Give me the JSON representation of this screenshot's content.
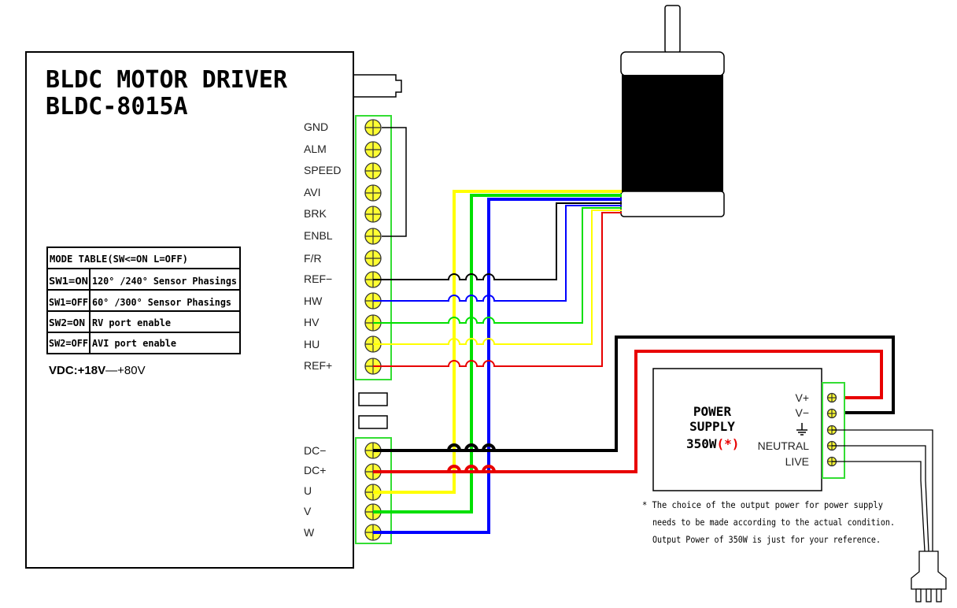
{
  "driver": {
    "title_line1": "BLDC MOTOR DRIVER",
    "title_line2": "BLDC-8015A",
    "mode_table": {
      "header": "MODE TABLE(SW<=ON L=OFF)",
      "rows": [
        {
          "sw": "SW1=ON",
          "desc": "120° /240° Sensor Phasings"
        },
        {
          "sw": "SW1=OFF",
          "desc": "60° /300° Sensor Phasings"
        },
        {
          "sw": "SW2=ON",
          "desc": "RV port enable"
        },
        {
          "sw": "SW2=OFF",
          "desc": "AVI port enable"
        }
      ]
    },
    "vdc_prefix": "VDC:+18V",
    "vdc_dash": "—",
    "vdc_suffix": "+80V",
    "signal_terminals": [
      "GND",
      "ALM",
      "SPEED",
      "AVI",
      "BRK",
      "ENBL",
      "F/R",
      "REF−",
      "HW",
      "HV",
      "HU",
      "REF+"
    ],
    "power_terminals": [
      "DC−",
      "DC+",
      "U",
      "V",
      "W"
    ]
  },
  "power_supply": {
    "title_line1": "POWER",
    "title_line2": "SUPPLY",
    "title_line3": "350W",
    "asterisk": "(*)",
    "terminals": [
      "V+",
      "V−",
      "ground-symbol",
      "NEUTRAL",
      "LIVE"
    ],
    "note_line1": "* The choice of  the output power for power supply",
    "note_line2": "needs to be made according to the actual condition.",
    "note_line3": "Output Power of 350W is just for your reference."
  },
  "colors": {
    "black": "#000000",
    "red": "#e80000",
    "yellow": "#ffff00",
    "green": "#00e000",
    "blue": "#0000ff",
    "terminal_border": "#33dd33",
    "terminal_fill": "#ffff33"
  }
}
